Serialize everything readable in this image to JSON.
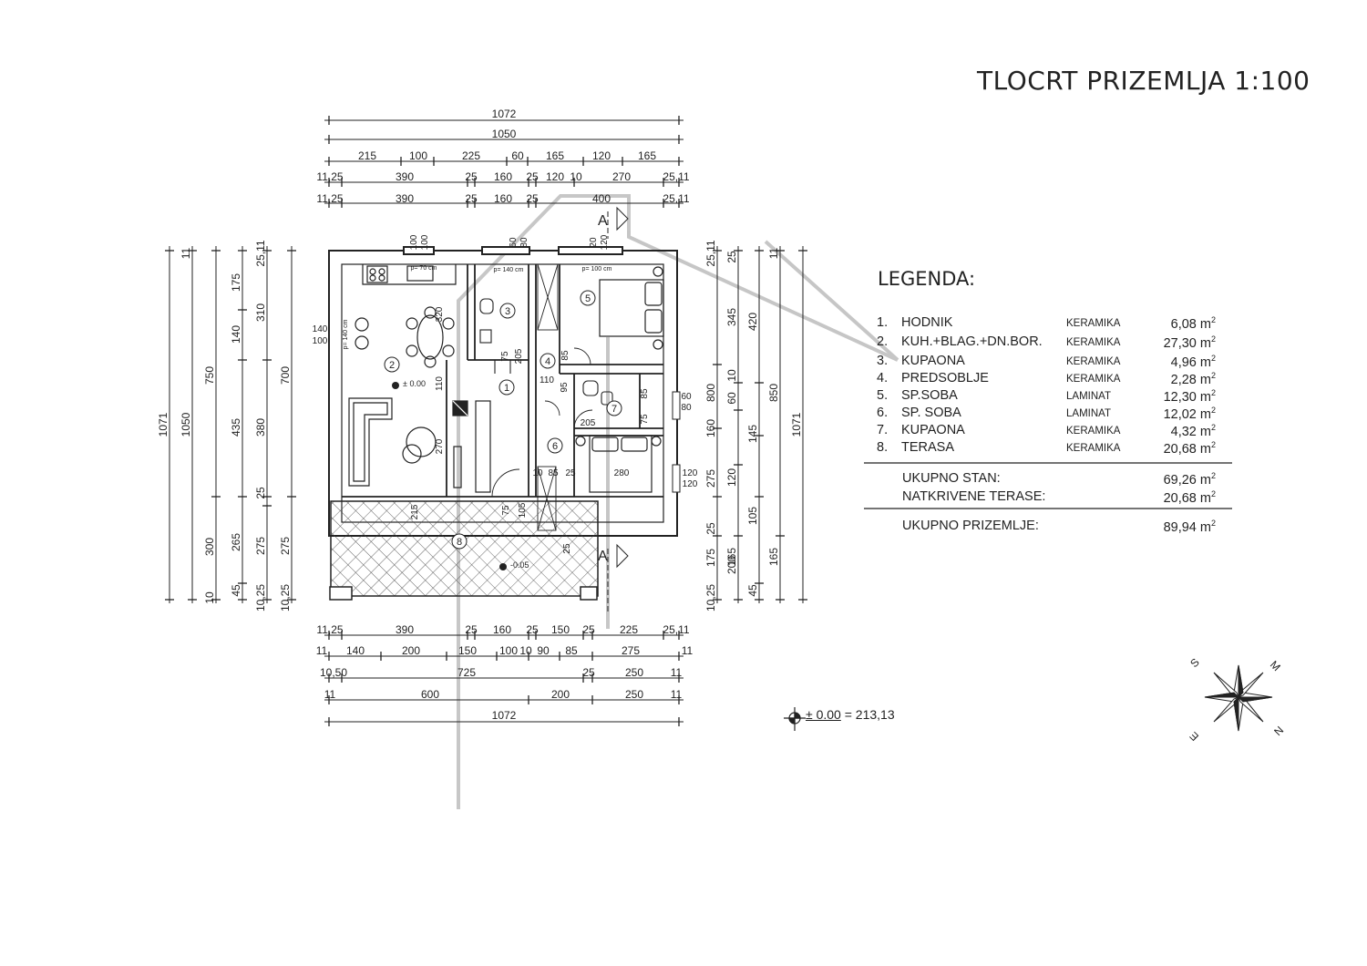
{
  "title": "TLOCRT PRIZEMLJA 1:100",
  "legend": {
    "heading": "LEGENDA:",
    "rooms": [
      {
        "num": "1.",
        "name": "HODNIK",
        "material": "KERAMIKA",
        "area": "6,08 m",
        "unit_sup": "2"
      },
      {
        "num": "2.",
        "name": "KUH.+BLAG.+DN.BOR.",
        "material": "KERAMIKA",
        "area": "27,30 m",
        "unit_sup": "2"
      },
      {
        "num": "3.",
        "name": "KUPAONA",
        "material": "KERAMIKA",
        "area": "4,96 m",
        "unit_sup": "2"
      },
      {
        "num": "4.",
        "name": "PREDSOBLJE",
        "material": "KERAMIKA",
        "area": "2,28 m",
        "unit_sup": "2"
      },
      {
        "num": "5.",
        "name": "SP.SOBA",
        "material": "LAMINAT",
        "area": "12,30 m",
        "unit_sup": "2"
      },
      {
        "num": "6.",
        "name": "SP. SOBA",
        "material": "LAMINAT",
        "area": "12,02 m",
        "unit_sup": "2"
      },
      {
        "num": "7.",
        "name": "KUPAONA",
        "material": "KERAMIKA",
        "area": "4,32 m",
        "unit_sup": "2"
      },
      {
        "num": "8.",
        "name": "TERASA",
        "material": "KERAMIKA",
        "area": "20,68 m",
        "unit_sup": "2"
      }
    ],
    "totals": [
      {
        "label": "UKUPNO STAN:",
        "value": "69,26 m",
        "unit_sup": "2"
      },
      {
        "label": "NATKRIVENE TERASE:",
        "value": "20,68 m",
        "unit_sup": "2"
      },
      {
        "label": "UKUPNO PRIZEMLJE:",
        "value": "89,94 m",
        "unit_sup": "2"
      }
    ]
  },
  "elevation": {
    "zero": "± 0.00",
    "value": "= 213,13"
  },
  "plan": {
    "section_marks": [
      "A",
      "A"
    ],
    "room_numbers": [
      "1",
      "2",
      "3",
      "4",
      "5",
      "6",
      "7",
      "8"
    ],
    "level_marks": [
      "± 0.00",
      "-0.05"
    ],
    "dims_top": {
      "overall": "1072",
      "inner": "1050",
      "row3": [
        "215",
        "100",
        "225",
        "60",
        "165",
        "120",
        "165"
      ],
      "row4": [
        "11,25",
        "390",
        "25",
        "160",
        "25",
        "120",
        "10",
        "270",
        "25,11"
      ],
      "row5": [
        "11,25",
        "390",
        "25",
        "160",
        "25",
        "400",
        "25,11"
      ]
    },
    "dims_bottom": {
      "row1": [
        "11,25",
        "390",
        "25",
        "160",
        "25",
        "150",
        "25",
        "225",
        "25,11"
      ],
      "row2": [
        "11",
        "140",
        "200",
        "150",
        "100",
        "10",
        "90",
        "85",
        "275",
        "11"
      ],
      "row3": [
        "10,50",
        "725",
        "25",
        "250",
        "11"
      ],
      "row4": [
        "11",
        "600",
        "200",
        "250",
        "11"
      ],
      "overall": "1072"
    },
    "dims_left": {
      "c1": [
        "1071"
      ],
      "c2": [
        "1050"
      ],
      "c3": [
        "750",
        "300"
      ],
      "c4": [
        "175",
        "140",
        "435",
        "265",
        "45"
      ],
      "c5": [
        "310",
        "380",
        "25",
        "275"
      ],
      "c6": [
        "700",
        "275",
        "10,25"
      ],
      "small": [
        "11",
        "10",
        "25,11",
        "10,25"
      ]
    },
    "dims_right": {
      "c1": [
        "1071"
      ],
      "c2": [
        "850",
        "165"
      ],
      "c3": [
        "420",
        "145",
        "105",
        "45"
      ],
      "c4": [
        "345",
        "60",
        "120",
        "200"
      ],
      "c5": [
        "800",
        "160",
        "275",
        "25",
        "175"
      ],
      "small": [
        "25,11",
        "25",
        "11",
        "10",
        "10,25",
        "165"
      ]
    },
    "interior": [
      "100",
      "100",
      "60",
      "80",
      "20",
      "120",
      "p= 140 cm",
      "p= 100 cm",
      "p= 70 cm",
      "140",
      "100",
      "320",
      "110",
      "270",
      "75",
      "205",
      "110",
      "85",
      "95",
      "85",
      "75",
      "205",
      "60",
      "80",
      "120",
      "120",
      "10",
      "85",
      "25",
      "280",
      "75",
      "215",
      "105",
      "25",
      "p= 140 cm"
    ]
  },
  "compass": [
    "S",
    "M",
    "N",
    "E"
  ]
}
